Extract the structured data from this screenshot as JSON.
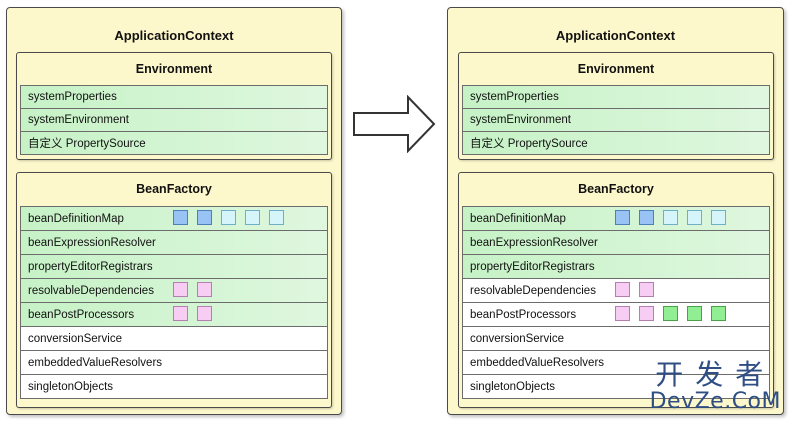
{
  "left": {
    "title": "ApplicationContext",
    "environment": {
      "title": "Environment",
      "rows": [
        "systemProperties",
        "systemEnvironment",
        "自定义 PropertySource"
      ]
    },
    "beanfactory": {
      "title": "BeanFactory",
      "rows": [
        "beanDefinitionMap",
        "beanExpressionResolver",
        "propertyEditorRegistrars",
        "resolvableDependencies",
        "beanPostProcessors",
        "conversionService",
        "embeddedValueResolvers",
        "singletonObjects"
      ]
    }
  },
  "right": {
    "title": "ApplicationContext",
    "environment": {
      "title": "Environment",
      "rows": [
        "systemProperties",
        "systemEnvironment",
        "自定义 PropertySource"
      ]
    },
    "beanfactory": {
      "title": "BeanFactory",
      "rows": [
        "beanDefinitionMap",
        "beanExpressionResolver",
        "propertyEditorRegistrars",
        "resolvableDependencies",
        "beanPostProcessors",
        "conversionService",
        "embeddedValueResolvers",
        "singletonObjects"
      ]
    }
  },
  "colors": {
    "panel_bg": "#fdf8cb",
    "row_green": "#c6f2c6",
    "square_blue": "#99c3f5",
    "square_cyan": "#d6f5fb",
    "square_pink": "#f7cdf3",
    "square_green": "#92ee92"
  },
  "watermark": {
    "cn": "开发者",
    "en": "DevZe.CoM"
  }
}
